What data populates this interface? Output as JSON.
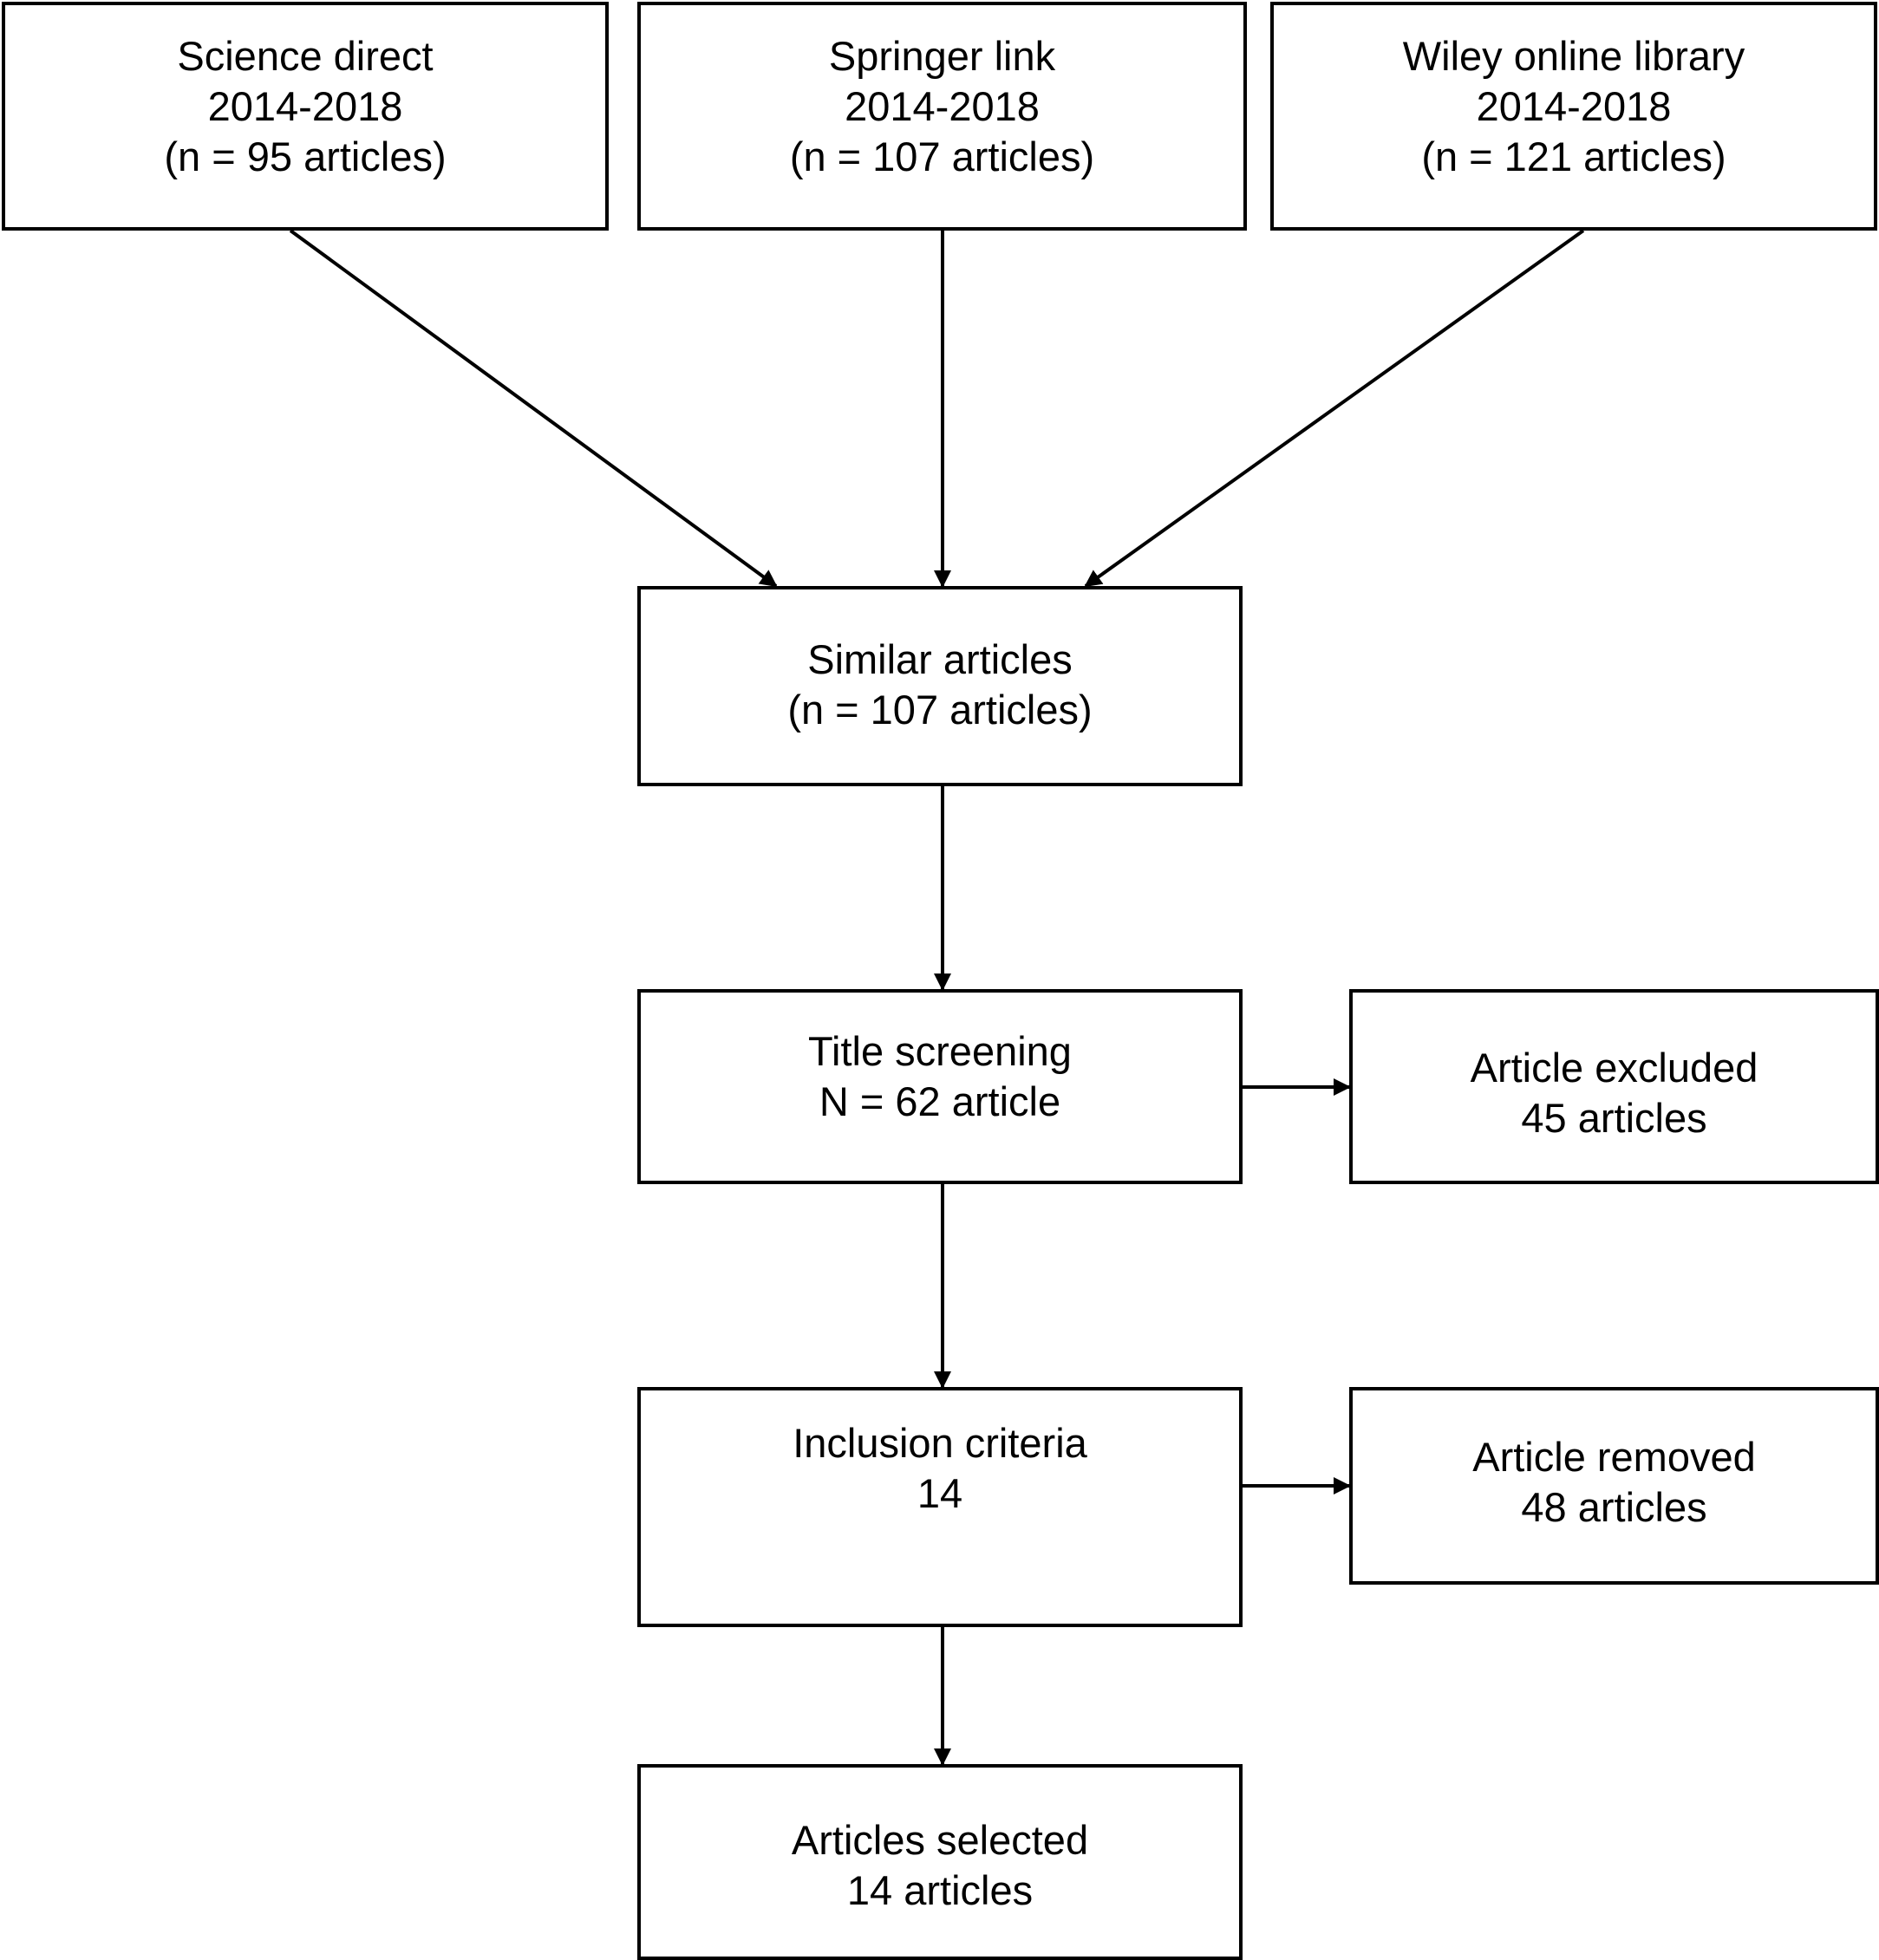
{
  "diagram": {
    "nodes": {
      "science_direct": {
        "lines": [
          "Science direct",
          "2014-2018",
          "(n = 95 articles)"
        ]
      },
      "springer_link": {
        "lines": [
          "Springer link",
          "2014-2018",
          "(n = 107 articles)"
        ]
      },
      "wiley": {
        "lines": [
          "Wiley online library",
          "2014-2018",
          "(n = 121 articles)"
        ]
      },
      "similar": {
        "lines": [
          "Similar articles",
          "(n = 107 articles)"
        ]
      },
      "title_screening": {
        "lines": [
          "Title screening",
          "N = 62 article"
        ]
      },
      "excluded": {
        "lines": [
          "Article excluded",
          "45 articles"
        ]
      },
      "inclusion": {
        "lines": [
          "Inclusion criteria",
          "14"
        ]
      },
      "removed": {
        "lines": [
          "Article removed",
          "48 articles"
        ]
      },
      "selected": {
        "lines": [
          "Articles selected",
          "14 articles"
        ]
      }
    },
    "edges": [
      {
        "from": "science_direct",
        "to": "similar"
      },
      {
        "from": "springer_link",
        "to": "similar"
      },
      {
        "from": "wiley",
        "to": "similar"
      },
      {
        "from": "similar",
        "to": "title_screening"
      },
      {
        "from": "title_screening",
        "to": "excluded"
      },
      {
        "from": "title_screening",
        "to": "inclusion"
      },
      {
        "from": "inclusion",
        "to": "removed"
      },
      {
        "from": "inclusion",
        "to": "selected"
      }
    ],
    "colors": {
      "stroke": "#000000",
      "background": "#ffffff"
    }
  }
}
